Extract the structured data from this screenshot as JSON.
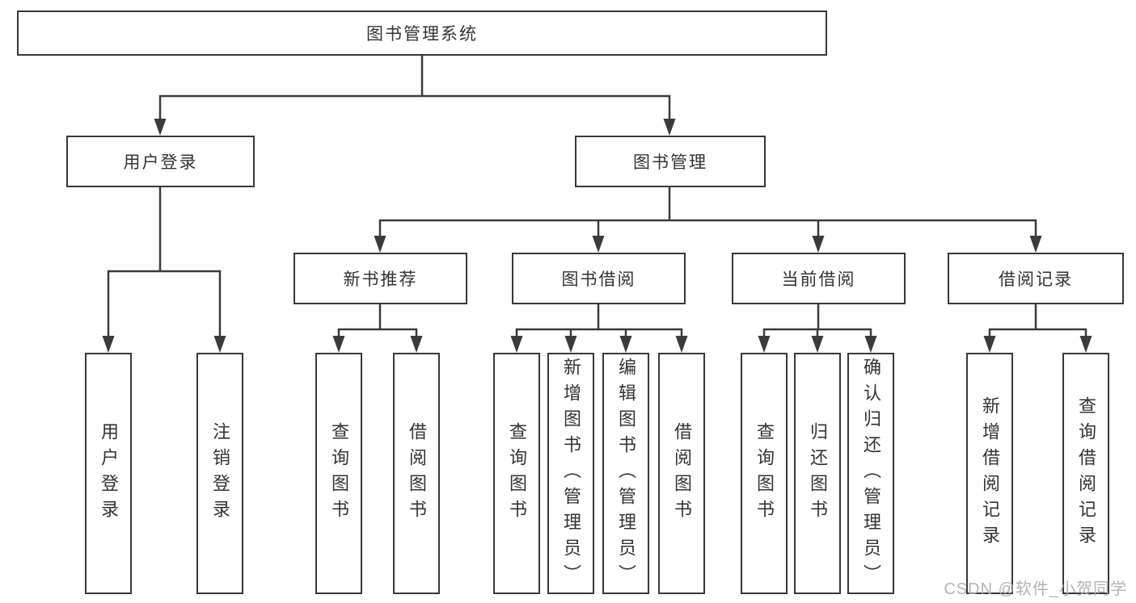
{
  "tree": {
    "root": {
      "label": "图书管理系统",
      "children": [
        {
          "label": "用户登录",
          "children": [
            {
              "label": "用户登录"
            },
            {
              "label": "注销登录"
            }
          ]
        },
        {
          "label": "图书管理",
          "children": [
            {
              "label": "新书推荐",
              "children": [
                {
                  "label": "查询图书"
                },
                {
                  "label": "借阅图书"
                }
              ]
            },
            {
              "label": "图书借阅",
              "children": [
                {
                  "label": "查询图书"
                },
                {
                  "label": "新增图书（管理员）"
                },
                {
                  "label": "编辑图书（管理员）"
                },
                {
                  "label": "借阅图书"
                }
              ]
            },
            {
              "label": "当前借阅",
              "children": [
                {
                  "label": "查询图书"
                },
                {
                  "label": "归还图书"
                },
                {
                  "label": "确认归还（管理员）"
                }
              ]
            },
            {
              "label": "借阅记录",
              "children": [
                {
                  "label": "新增借阅记录"
                },
                {
                  "label": "查询借阅记录"
                }
              ]
            }
          ]
        }
      ]
    }
  },
  "watermark": {
    "text": "CSDN @软件_小贺同学"
  },
  "colors": {
    "line": "#3b3b3b",
    "box_border": "#383838",
    "text": "#333333",
    "background": "#ffffff",
    "watermark": "#afafaf"
  }
}
